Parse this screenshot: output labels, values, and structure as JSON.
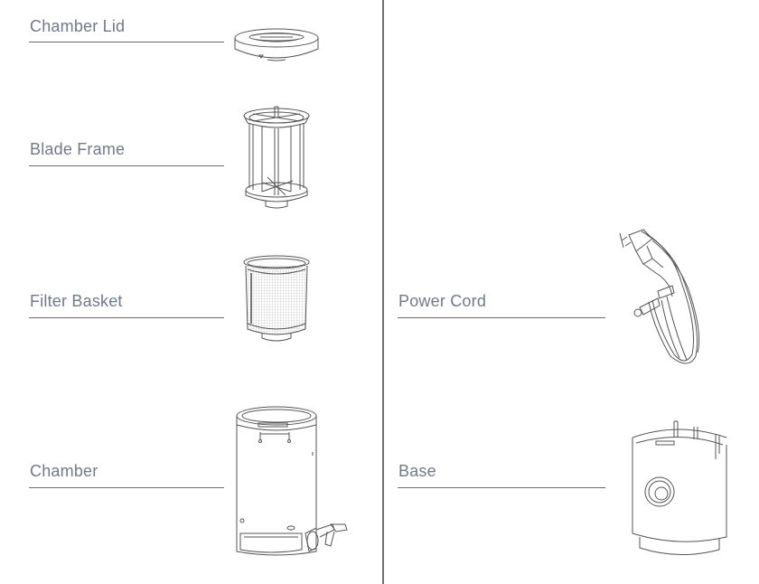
{
  "parts": [
    {
      "id": "chamber-lid",
      "label": "Chamber Lid",
      "icon": "chamber-lid-icon",
      "column": "left"
    },
    {
      "id": "blade-frame",
      "label": "Blade Frame",
      "icon": "blade-frame-icon",
      "column": "left"
    },
    {
      "id": "filter-basket",
      "label": "Filter Basket",
      "icon": "filter-basket-icon",
      "column": "left"
    },
    {
      "id": "chamber",
      "label": "Chamber",
      "icon": "chamber-icon",
      "column": "left"
    },
    {
      "id": "power-cord",
      "label": "Power Cord",
      "icon": "power-cord-icon",
      "column": "right"
    },
    {
      "id": "base",
      "label": "Base",
      "icon": "base-icon",
      "column": "right"
    }
  ],
  "colors": {
    "label": "#6f7b8a",
    "rule": "#6a6a6a",
    "divider": "#707070",
    "drawing": "#555555"
  }
}
